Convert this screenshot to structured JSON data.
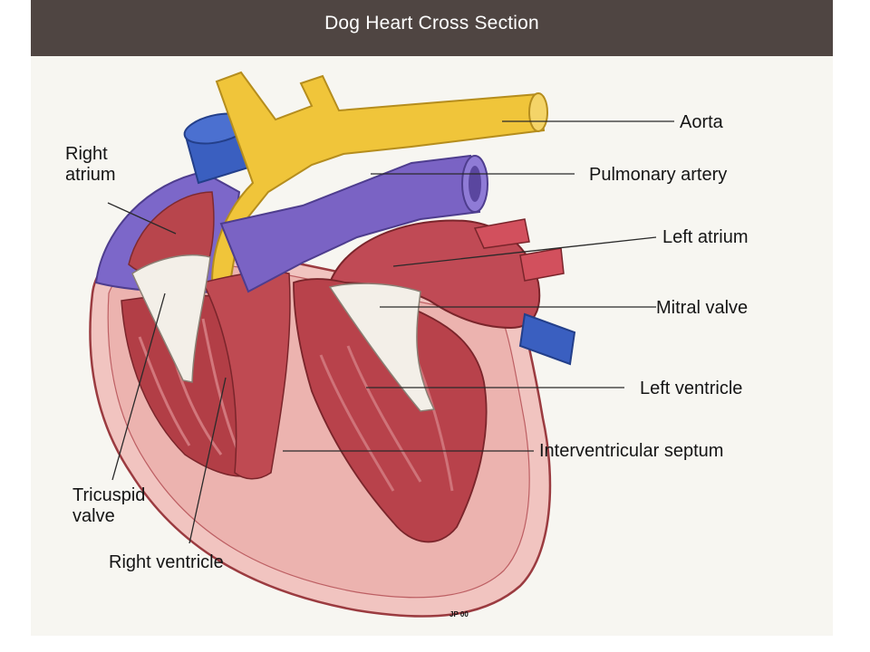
{
  "title": "Dog Heart Cross Section",
  "labels": {
    "aorta": "Aorta",
    "pulmonary_artery": "Pulmonary artery",
    "left_atrium": "Left atrium",
    "mitral_valve": "Mitral valve",
    "left_ventricle": "Left ventricle",
    "interventricular_septum": "Interventricular septum",
    "right_atrium_line1": "Right",
    "right_atrium_line2": "atrium",
    "tricuspid_valve_line1": "Tricuspid",
    "tricuspid_valve_line2": "valve",
    "right_ventricle": "Right ventricle"
  },
  "artist_credit": "JP 00",
  "colors": {
    "title_bar": "#4f4542",
    "aorta": "#f0c53a",
    "pulmonary_artery": "#7a63c4",
    "vena_cava": "#3a5fc0",
    "muscle": "#b9444c",
    "myocardium_cut": "#f1c4c0",
    "valve": "#f3efe8"
  }
}
